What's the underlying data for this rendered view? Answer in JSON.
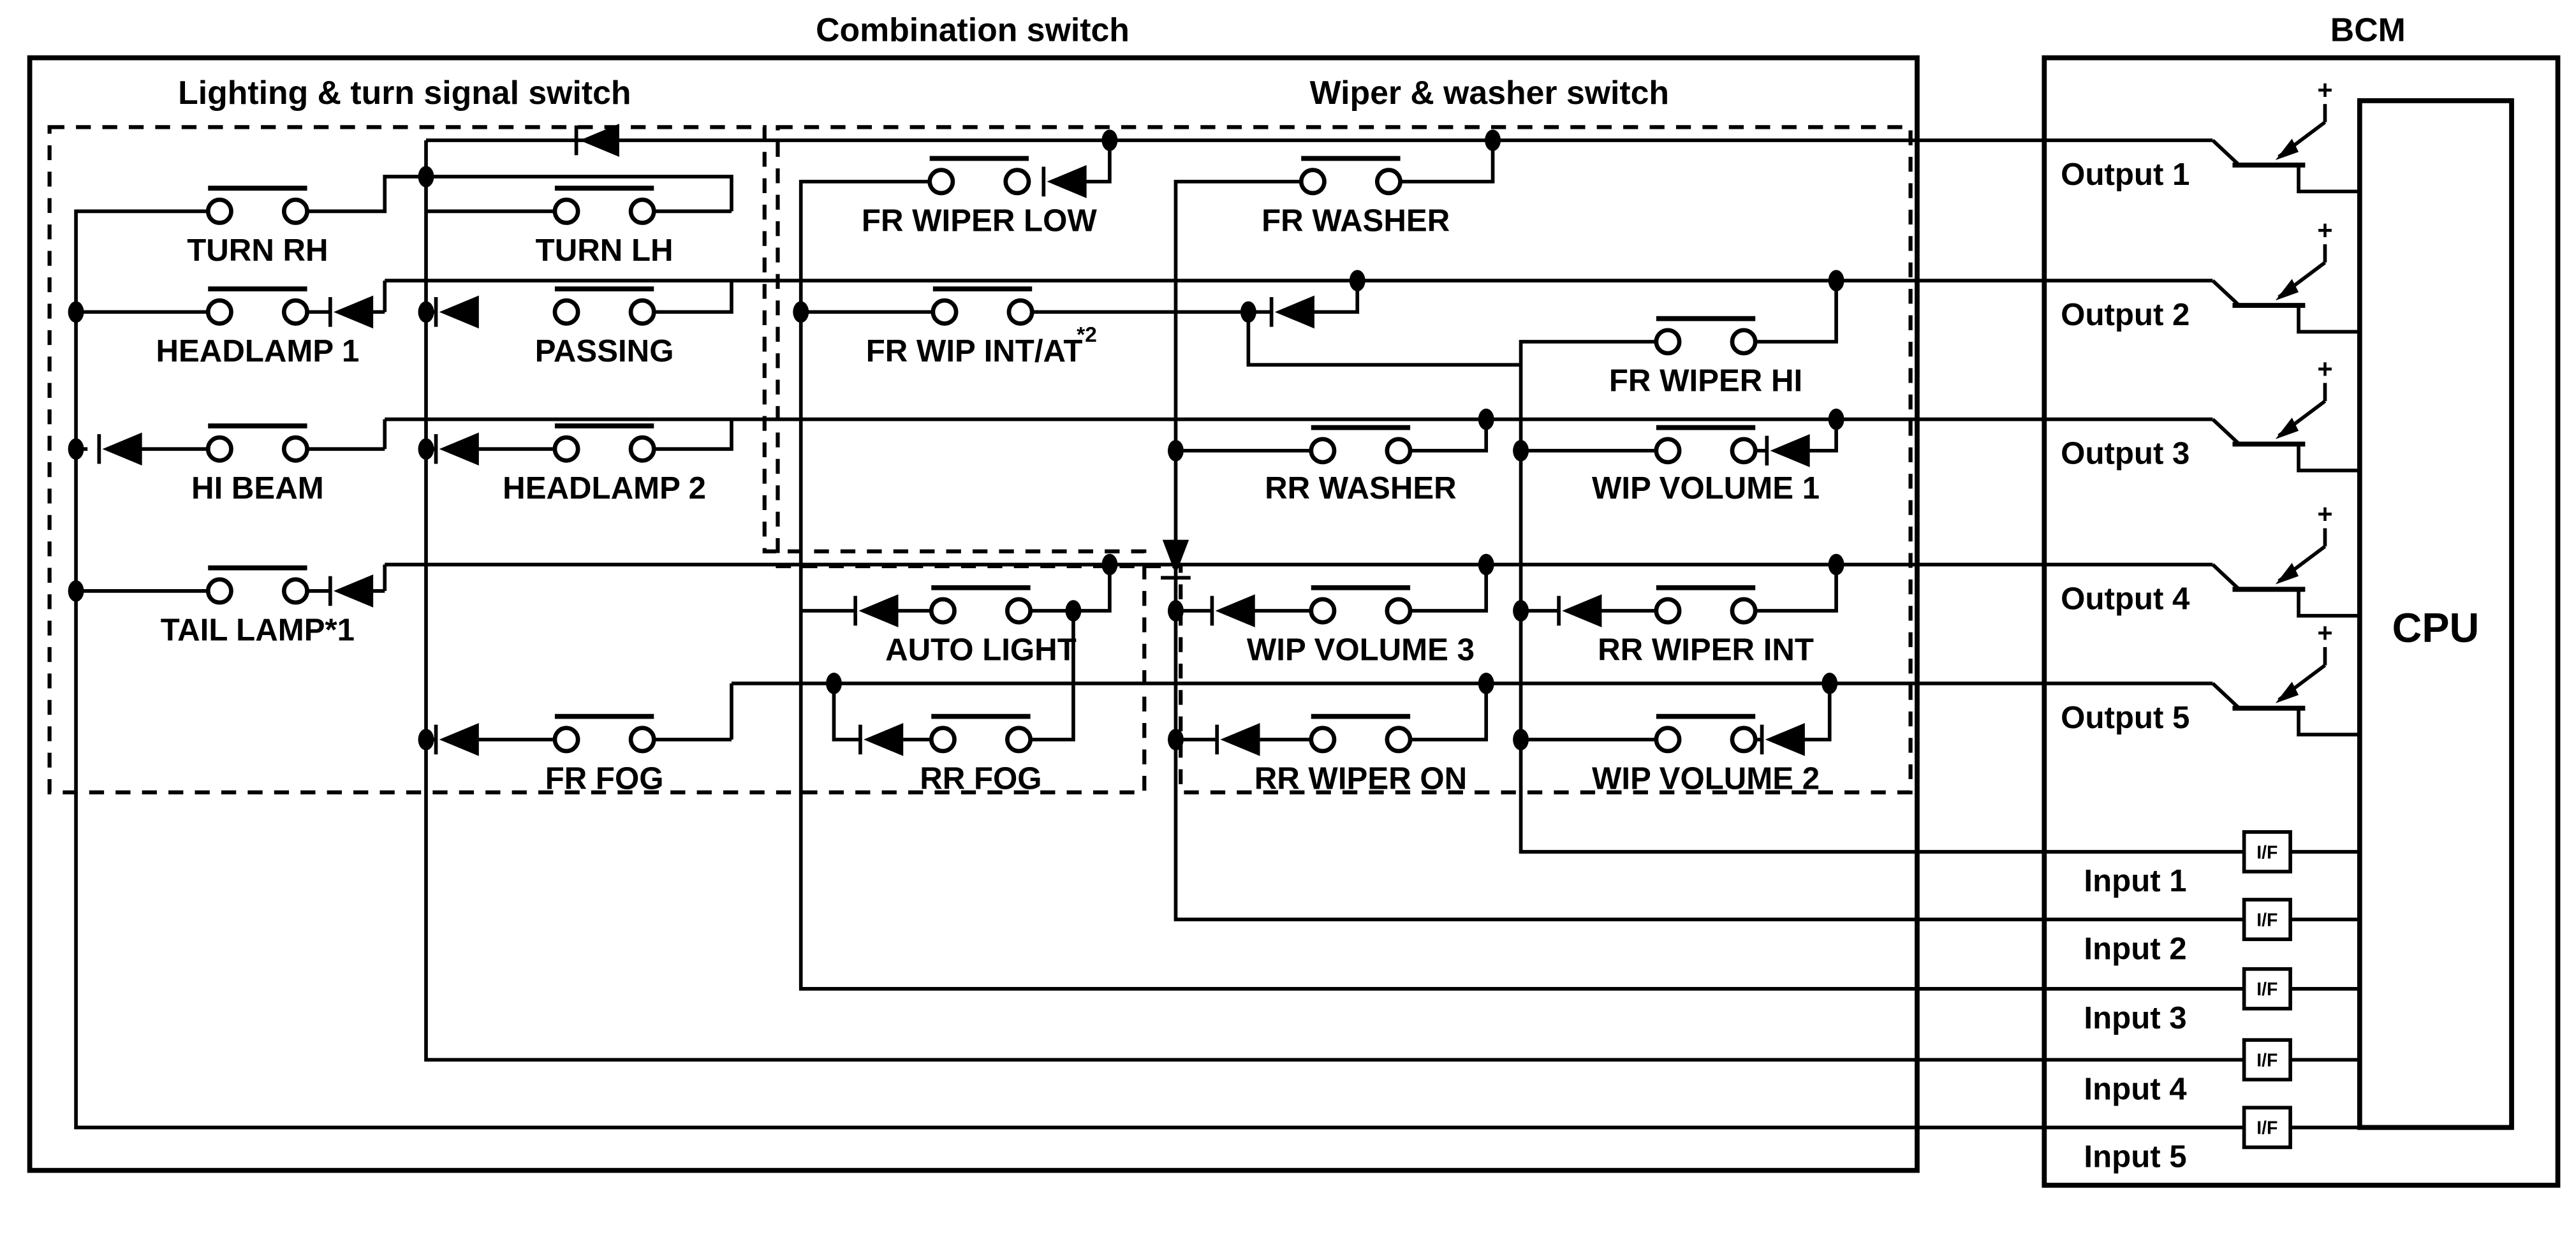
{
  "combination": {
    "title": "Combination switch",
    "lighting_title": "Lighting & turn signal switch",
    "wiper_title": "Wiper & washer switch"
  },
  "bcm": {
    "title": "BCM",
    "cpu_label": "CPU",
    "if_label": "I/F",
    "plus_sign": "+",
    "outputs": [
      {
        "label": "Output 1"
      },
      {
        "label": "Output 2"
      },
      {
        "label": "Output 3"
      },
      {
        "label": "Output 4"
      },
      {
        "label": "Output 5"
      }
    ],
    "inputs": [
      {
        "label": "Input 1"
      },
      {
        "label": "Input 2"
      },
      {
        "label": "Input 3"
      },
      {
        "label": "Input 4"
      },
      {
        "label": "Input 5"
      }
    ]
  },
  "lighting": {
    "switches": [
      {
        "label": "TURN RH"
      },
      {
        "label": "TURN LH"
      },
      {
        "label": "HEADLAMP 1"
      },
      {
        "label": "PASSING"
      },
      {
        "label": "HI BEAM"
      },
      {
        "label": "HEADLAMP 2"
      },
      {
        "label": "TAIL LAMP*1"
      },
      {
        "label": "FR FOG"
      },
      {
        "label": "AUTO LIGHT"
      },
      {
        "label": "RR FOG"
      }
    ]
  },
  "wiper": {
    "switches": [
      {
        "label": "FR WIPER LOW"
      },
      {
        "label": "FR WASHER"
      },
      {
        "label": "FR WIP INT/AT",
        "sup": "*2"
      },
      {
        "label": "FR WIPER HI"
      },
      {
        "label": "RR WASHER"
      },
      {
        "label": "WIP VOLUME 1"
      },
      {
        "label": "WIP VOLUME 3"
      },
      {
        "label": "RR WIPER INT"
      },
      {
        "label": "RR WIPER ON"
      },
      {
        "label": "WIP VOLUME 2"
      }
    ]
  }
}
